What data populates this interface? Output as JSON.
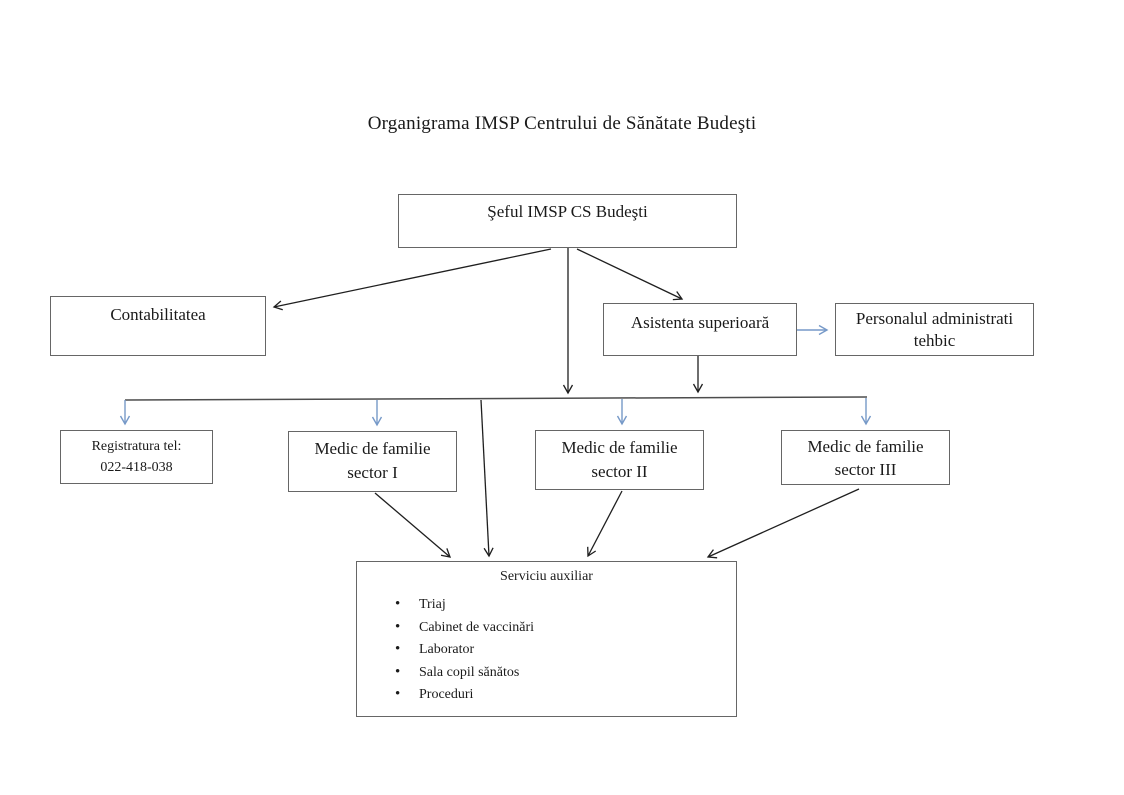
{
  "title": "Organigrama IMSP Centrului de Sănătate Budeşti",
  "nodes": {
    "seful": {
      "label": "Şeful IMSP CS Budeşti"
    },
    "contabilitatea": {
      "label": "Contabilitatea"
    },
    "asistenta": {
      "label": "Asistenta superioară"
    },
    "personalul": {
      "line1": "Personalul administrati",
      "line2": "tehbic"
    },
    "registratura": {
      "line1": "Registratura tel:",
      "line2": "022-418-038"
    },
    "sector1": {
      "line1": "Medic de familie",
      "line2": "sector I"
    },
    "sector2": {
      "line1": "Medic de familie",
      "line2": "sector II"
    },
    "sector3": {
      "line1": "Medic de familie",
      "line2": "sector III"
    },
    "serviciu": {
      "label": "Serviciu auxiliar",
      "items": [
        "Triaj",
        "Cabinet de vaccinări",
        "Laborator",
        "Sala copil sănătos",
        "Proceduri"
      ]
    }
  },
  "colors": {
    "connector_black": "#1f1f1f",
    "connector_blue": "#7699c8",
    "box_border": "#666666"
  }
}
